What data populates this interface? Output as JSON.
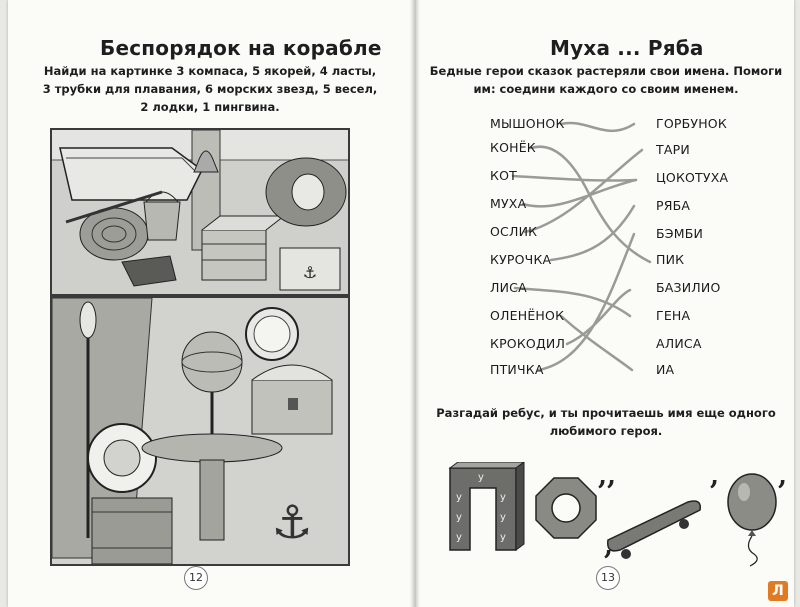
{
  "left_page": {
    "title": "Беспорядок на корабле",
    "instruction_lines": [
      "Найди на картинке 3 компаса, 5 якорей, 4 ласты,",
      "3 трубки для плавания, 6 морских звезд, 5 весел,",
      "2 лодки, 1 пингвина."
    ],
    "page_number": "12"
  },
  "right_page": {
    "title": "Муха ... Ряба",
    "intro_lines": [
      "Бедные герои сказок растеряли свои имена. Помоги",
      "им: соедини каждого со своим именем."
    ],
    "left_names": [
      "МЫШОНОК",
      "КОНЁК",
      "КОТ",
      "МУХА",
      "ОСЛИК",
      "КУРОЧКА",
      "ЛИСА",
      "ОЛЕНЁНОК",
      "КРОКОДИЛ",
      "ПТИЧКА"
    ],
    "right_names": [
      "ГОРБУНОК",
      "ТАРИ",
      "ЦОКОТУХА",
      "РЯБА",
      "БЭМБИ",
      "ПИК",
      "БАЗИЛИО",
      "ГЕНА",
      "АЛИСА",
      "ИА"
    ],
    "rebus_lines": [
      "Разгадай ребус, и ты прочитаешь имя еще одного",
      "любимого героя."
    ],
    "rebus_letter": "у",
    "page_number": "13"
  },
  "watermark": "Л"
}
